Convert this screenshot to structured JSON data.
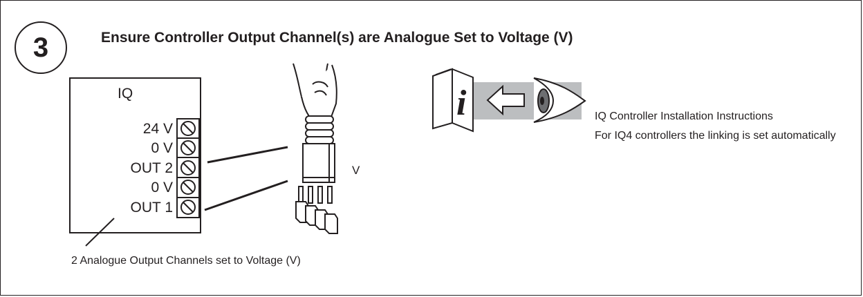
{
  "step": {
    "number": "3"
  },
  "title": "Ensure Controller Output Channel(s) are Analogue Set to Voltage (V)",
  "controller": {
    "name": "IQ",
    "terminals": [
      "24 V",
      "0 V",
      "OUT 2",
      "0 V",
      "OUT 1"
    ]
  },
  "jumper_label": "V",
  "caption": "2 Analogue Output Channels set to Voltage (V)",
  "reference": {
    "text": "IQ Controller Installation Instructions",
    "icons": [
      "info-book-icon",
      "arrow-left-icon",
      "eye-icon"
    ]
  },
  "note": "For IQ4 controllers the linking is set automatically"
}
